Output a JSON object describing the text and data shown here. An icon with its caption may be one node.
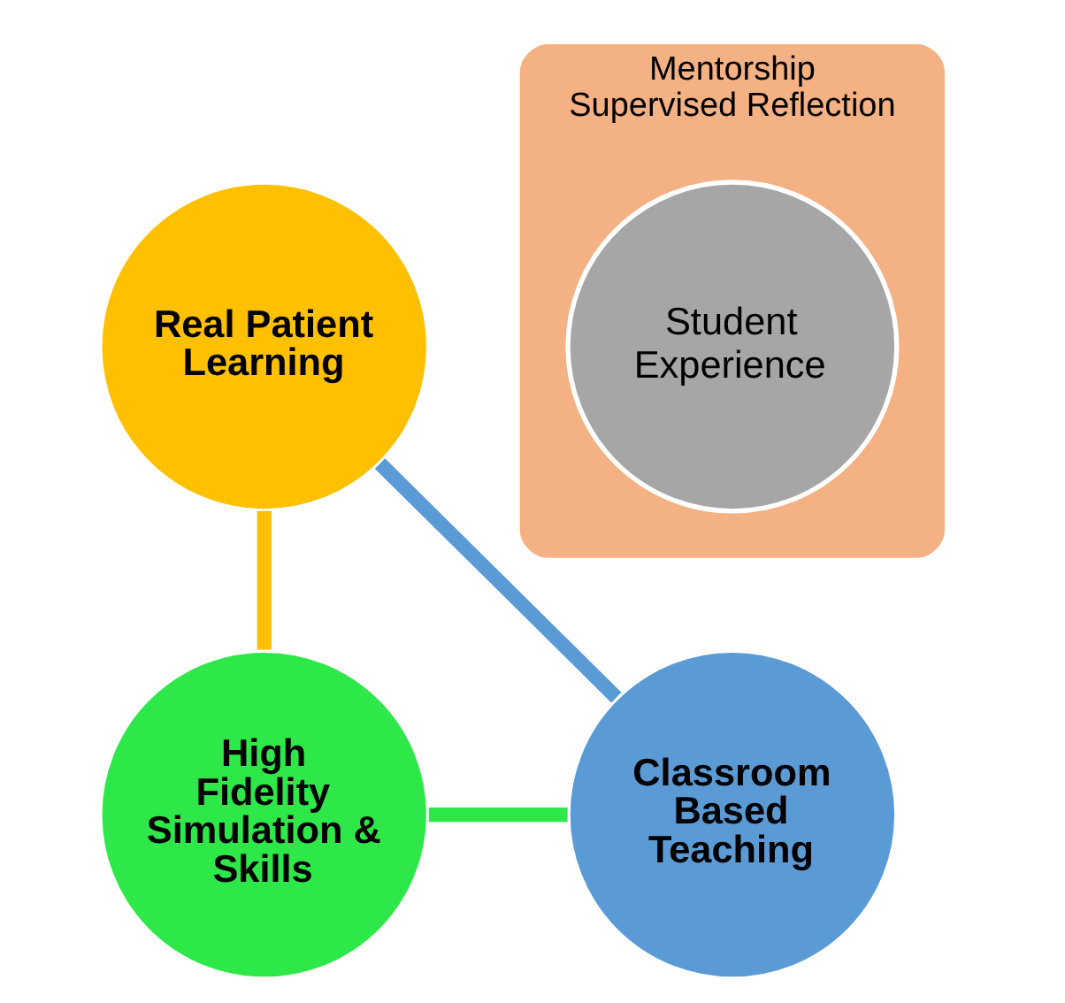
{
  "diagram": {
    "nodes": [
      {
        "text": [
          "Real Patient Learning"
        ]
      },
      {
        "text": [
          "High Fidelity Simulation & Skills"
        ]
      },
      {
        "text": [
          "Classroom Based Teaching"
        ]
      },
      {
        "text": [
          "Mentorship",
          "Supervised Reflection"
        ]
      },
      {
        "text": [
          "Student Experience"
        ],
        "in": 3
      }
    ],
    "edges": [
      {
        "from": 0,
        "to": 1,
        "arrow": "none",
        "color": "#ffc000"
      },
      {
        "from": 1,
        "to": 2,
        "arrow": "none",
        "color": "#2ee84a"
      },
      {
        "from": 2,
        "to": 0,
        "arrow": "none",
        "color": "#5b9bd5"
      }
    ]
  }
}
